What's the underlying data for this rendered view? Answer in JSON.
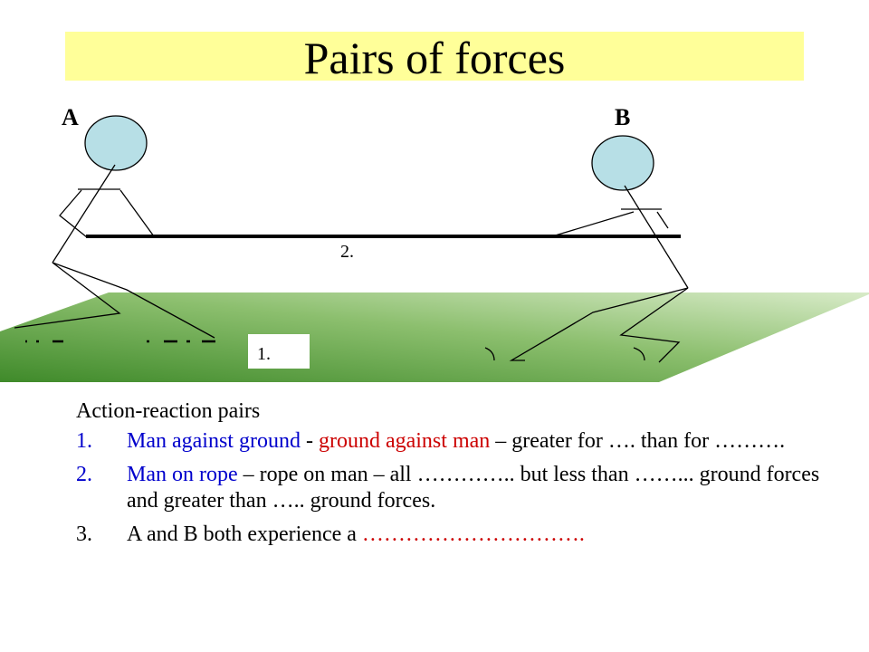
{
  "title": "Pairs of forces",
  "labels": {
    "a": "A",
    "b": "B",
    "rope": "2.",
    "ground": "1."
  },
  "intro": "Action-reaction pairs",
  "items": [
    {
      "num": "1.",
      "p1": "Man against ground",
      "p2": " - ",
      "p3": "ground against man",
      "p4": " – greater for …. than for ………."
    },
    {
      "num": "2.",
      "p1": "Man on rope",
      "p2": " – rope on man – all ………….. but less than ……... ground forces and greater than ….. ground forces."
    },
    {
      "num": "3.",
      "p1": "A and B both experience a ",
      "p2": "…………………………."
    }
  ],
  "colors": {
    "title_bg": "#ffff99",
    "head": "#b7dfe6",
    "ground_dark": "#3f8a2a",
    "ground_light": "#d8ebc8",
    "text_blue": "#0000cc",
    "text_red": "#cc0000"
  }
}
